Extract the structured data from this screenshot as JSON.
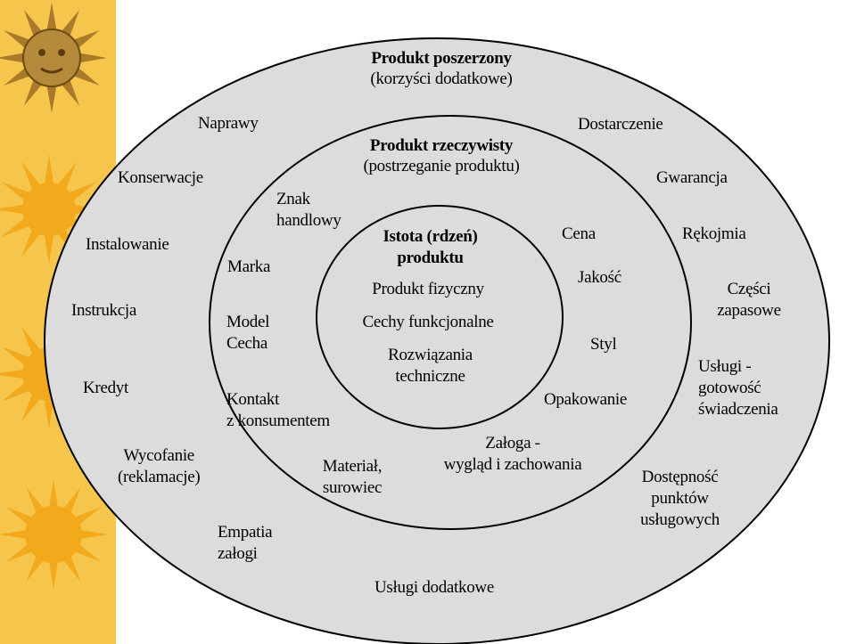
{
  "colors": {
    "side_band": "#f6c64c",
    "background": "#ffffff",
    "ellipse_fill": "#dcdcdc",
    "ellipse_stroke": "#000000",
    "sun_decoration": "#f3a91c"
  },
  "icons": {
    "sun_face": "sun-face-icon",
    "sun_shapes": "sun-decoration-icon"
  },
  "outer": {
    "title": "Produkt poszerzony",
    "subtitle": "(korzyści dodatkowe)",
    "items": {
      "naprawy": "Naprawy",
      "konserwacje": "Konserwacje",
      "instalowanie": "Instalowanie",
      "instrukcja": "Instrukcja",
      "kredyt": "Kredyt",
      "wycofanie": "Wycofanie\n(reklamacje)",
      "empatia": "Empatia\nzałogi",
      "uslugi_dodatkowe": "Usługi dodatkowe",
      "dostarczenie": "Dostarczenie",
      "gwarancja": "Gwarancja",
      "rekojmia": "Rękojmia",
      "czesci": "Części\nzapasowe",
      "uslugi_gotowosc": "Usługi -\ngotowość\nświadczenia",
      "dostepnosc": "Dostępność\npunktów\nusługowych"
    }
  },
  "middle": {
    "title": "Produkt rzeczywisty",
    "subtitle": "(postrzeganie produktu)",
    "items": {
      "znak": "Znak\nhandlowy",
      "marka": "Marka",
      "model": "Model\nCecha",
      "kontakt": "Kontakt\nz konsumentem",
      "material": "Materiał,\nsurowiec",
      "zaloga": "Załoga -\nwygląd i zachowania",
      "opakowanie": "Opakowanie",
      "styl": "Styl",
      "jakosc": "Jakość",
      "cena": "Cena"
    }
  },
  "core": {
    "title": "Istota (rdzeń)\nproduktu",
    "items": {
      "fizyczny": "Produkt fizyczny",
      "cechy": "Cechy funkcjonalne",
      "rozwiazania": "Rozwiązania\ntechniczne"
    }
  }
}
